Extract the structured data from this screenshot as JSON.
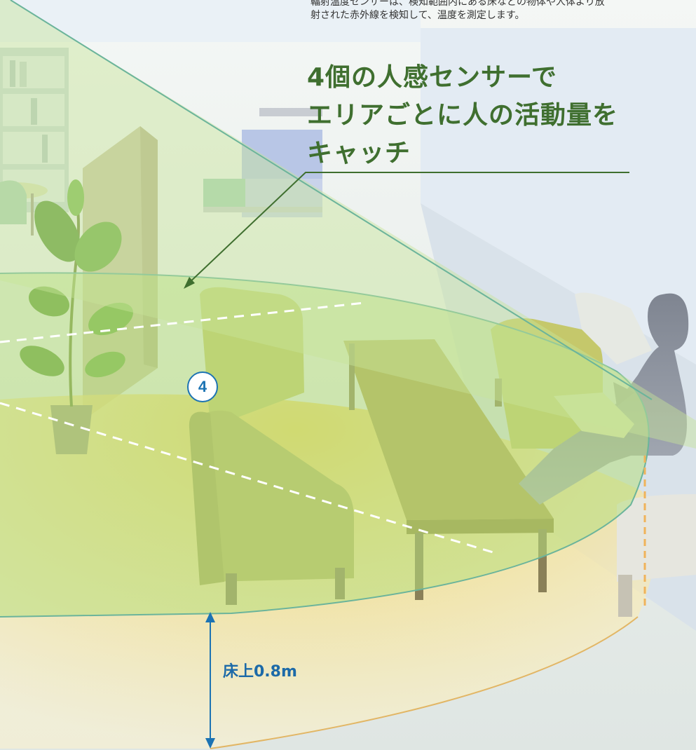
{
  "description": {
    "text": "輻射温度センサーは、検知範囲内にある床などの物体や人体より放\n射された赤外線を検知して、温度を測定します。"
  },
  "headline": {
    "lines": [
      "4個の人感センサーで",
      "エリアごとに人の活動量を",
      "キャッチ"
    ]
  },
  "zone": {
    "number": "4"
  },
  "height": {
    "label": "床上0.8m"
  },
  "colors": {
    "headline_green": "#3f6f2f",
    "accent_blue": "#1c73b3",
    "upper_zone_green": "#b7df7e",
    "floor_zone_yellow": "#f3d55e",
    "leader_line": "#3f6f2f"
  }
}
